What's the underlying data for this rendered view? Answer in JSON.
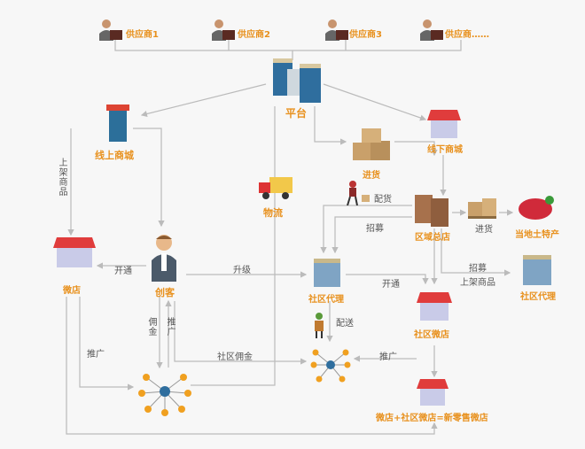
{
  "suppliers": [
    "供应商1",
    "供应商2",
    "供应商3",
    "供应商……"
  ],
  "nodes": {
    "platform": "平台",
    "online_mall": "线上商城",
    "offline_mall": "线下商城",
    "purchase1": "进货",
    "logistics": "物流",
    "regional_store": "区域总店",
    "purchase2": "进货",
    "local_specialty": "当地土特产",
    "micro_store": "微店",
    "maker": "创客",
    "community_agent1": "社区代理",
    "community_agent2": "社区代理",
    "community_micro_store": "社区微店",
    "new_retail": "微店+社区微店=新零售微店"
  },
  "edges": {
    "list_goods_left": "上架商品",
    "distribute": "配货",
    "recruit_left": "招募",
    "open1": "开通",
    "upgrade": "升级",
    "open2": "开通",
    "recruit_right": "招募",
    "list_goods_right": "上架商品",
    "deliver": "配送",
    "commission": "佣金",
    "promote_v": "推广",
    "promote_left": "推广",
    "community_commission": "社区佣金",
    "promote_right": "推广"
  },
  "colors": {
    "label": "#e8911e",
    "line": "#bbbbbb"
  }
}
